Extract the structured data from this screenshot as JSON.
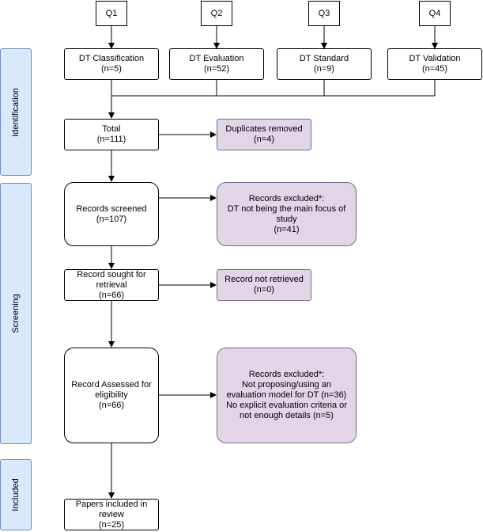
{
  "phases": {
    "identification": "Identification",
    "screening": "Screening",
    "included": "Included"
  },
  "questions": [
    "Q1",
    "Q2",
    "Q3",
    "Q4"
  ],
  "sources": [
    {
      "title": "DT Classification",
      "count": "(n=5)"
    },
    {
      "title": "DT Evaluation",
      "count": "(n=52)"
    },
    {
      "title": "DT Standard",
      "count": "(n=9)"
    },
    {
      "title": "DT Validation",
      "count": "(n=45)"
    }
  ],
  "flow": {
    "total": "Total\n(n=111)",
    "screened": "Records screened\n(n=107)",
    "sought": "Record sought for\nretrieval\n(n=66)",
    "assessed": "Record Assessed for\neligibility\n(n=66)",
    "included": "Papers included in\nreview\n(n=25)"
  },
  "exclusions": {
    "duplicates": "Duplicates removed\n(n=4)",
    "screened_excluded": "Records excluded*:\nDT not being the main focus of\nstudy\n(n=41)",
    "not_retrieved": "Record not retrieved\n(n=0)",
    "eligibility_excluded": "Records excluded*:\nNot proposing/using an\nevaluation model for DT (n=36)\nNo explicit evaluation criteria or\nnot enough details (n=5)"
  },
  "colors": {
    "phase_fill": "#dae8fc",
    "phase_border": "#6c8ebf",
    "exclusion_fill": "#e1d5e7",
    "line": "#000000"
  }
}
